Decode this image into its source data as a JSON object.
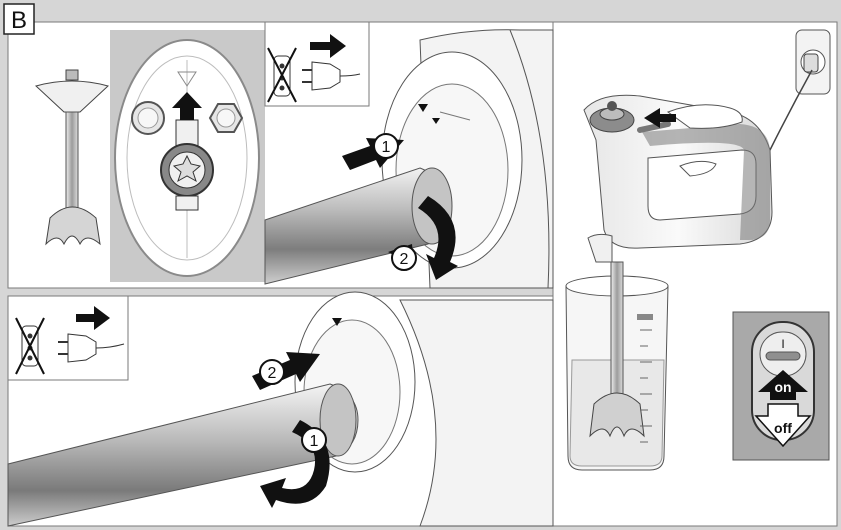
{
  "figure": {
    "section_label": "B",
    "step_numbers": {
      "panel1_release": "1",
      "panel1_rotate": "2",
      "panel2_rotate": "1",
      "panel2_release": "2"
    },
    "switch": {
      "position_mark": "I",
      "on_label": "on",
      "off_label": "off"
    },
    "jar_markings": [
      "",
      "",
      "",
      "",
      "",
      ""
    ]
  },
  "colors": {
    "frame_gray": "#d6d6d6",
    "panel_border": "#7a7a7a",
    "arrow_black": "#111111",
    "shaft_metal": "#9a9a9a",
    "mixer_body": "#ececec",
    "mixer_accent": "#6e6e6e",
    "switch_panel": "#a9a9a9"
  },
  "icons": [
    "unplug-icon",
    "plug-icon",
    "arrow-right-icon",
    "arrow-up-icon",
    "rotate-arrow-icon",
    "triangle-marker-icon"
  ]
}
